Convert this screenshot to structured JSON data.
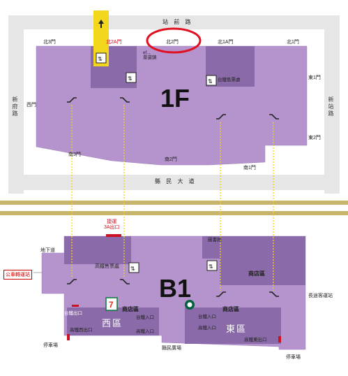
{
  "colors": {
    "building": "#b593cc",
    "building_dark": "#8a6aa8",
    "road": "#e6e6e6",
    "accent_red": "#cc1122",
    "highlight_circle": "#e01020",
    "escalator_line": "#f2d71c",
    "rail_band": "#c8b46a"
  },
  "floor_1f": {
    "floor_label": "1F",
    "north_road": "站 前 路",
    "west_road": "新府路",
    "east_road": "新站路",
    "south_road": "縣 民 大 道",
    "gates": {
      "north3": "北3門",
      "north2a": "北2A門",
      "north2": "北2門",
      "north1a": "北1A門",
      "north1": "北1門",
      "west": "西門",
      "east1": "東1門",
      "east2": "東2門",
      "south3": "南3門",
      "south2": "南2門",
      "south1": "南1門"
    },
    "ticket_office": "台鐵售票處",
    "shop_label": "ef...\n景還鎮"
  },
  "floor_b1": {
    "floor_label": "B1",
    "underpass": "地下道",
    "bus_station": "公車轉運站",
    "mrt_exit": "捷運\n3A出口",
    "hsr_ticket": "高鐵售票處",
    "store_area": "商店區",
    "west_zone": "西區",
    "east_zone": "東區",
    "tra_exit": "台鐵出口",
    "hsr_west_exit": "高鐵西出口",
    "hsr_east_exit": "高鐵東出口",
    "tra_entrance": "台鐵入口",
    "hsr_entrance": "高鐵入口",
    "parking_left": "停車場",
    "parking_right": "停車場",
    "plaza": "縣民廣場",
    "long_distance_bus": "長途客運站",
    "library": "圖書館"
  }
}
